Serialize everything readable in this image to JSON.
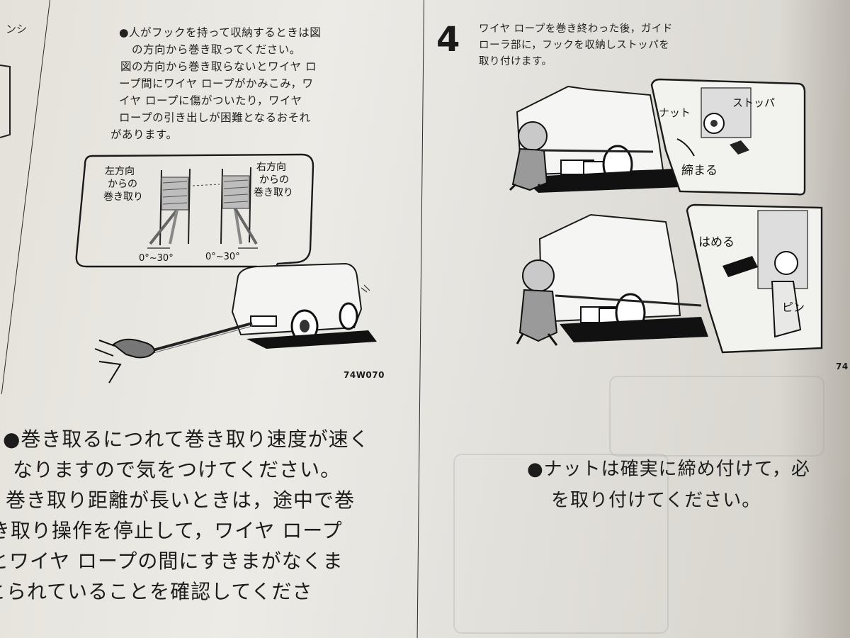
{
  "left_column": {
    "header_fragment": "ンシ",
    "small_paragraph": [
      "●人がフックを持って収納するときは図",
      "の方向から巻き取ってください。",
      "図の方向から巻き取らないとワイヤ ロ",
      "ープ間にワイヤ ロープがかみこみ，ワ",
      "イヤ ロープに傷がついたり，ワイヤ",
      "ロープの引き出しが困難となるおそれ",
      "があります。"
    ],
    "figure": {
      "left_label": [
        "左方向",
        "からの",
        "巻き取り"
      ],
      "right_label": [
        "右方向",
        "からの",
        "巻き取り"
      ],
      "angle_left": "0°~30°",
      "angle_right": "0°~30°",
      "code": "74W070"
    },
    "large_paragraph": [
      "●巻き取るにつれて巻き取り速度が速く",
      "なりますので気をつけてください。",
      "巻き取り距離が長いときは，途中で巻",
      "き取り操作を停止して，ワイヤ ロープ",
      "とワイヤ ロープの間にすきまがなくま",
      "とられていることを確認してくださ"
    ]
  },
  "right_column": {
    "step_number": "4",
    "step_text": [
      "ワイヤ ロープを巻き終わった後，ガイド",
      "ローラ部に，フックを収納しストッパを",
      "取り付けます。"
    ],
    "figure_top": {
      "label_nut": "ナット",
      "label_stopper": "ストッパ",
      "label_tighten": "締まる"
    },
    "figure_bottom": {
      "label_fit": "はめる",
      "label_pin": "ピン",
      "code_fragment": "74"
    },
    "large_paragraph": [
      "●ナットは確実に締め付けて，必",
      "を取り付けてください。"
    ]
  }
}
